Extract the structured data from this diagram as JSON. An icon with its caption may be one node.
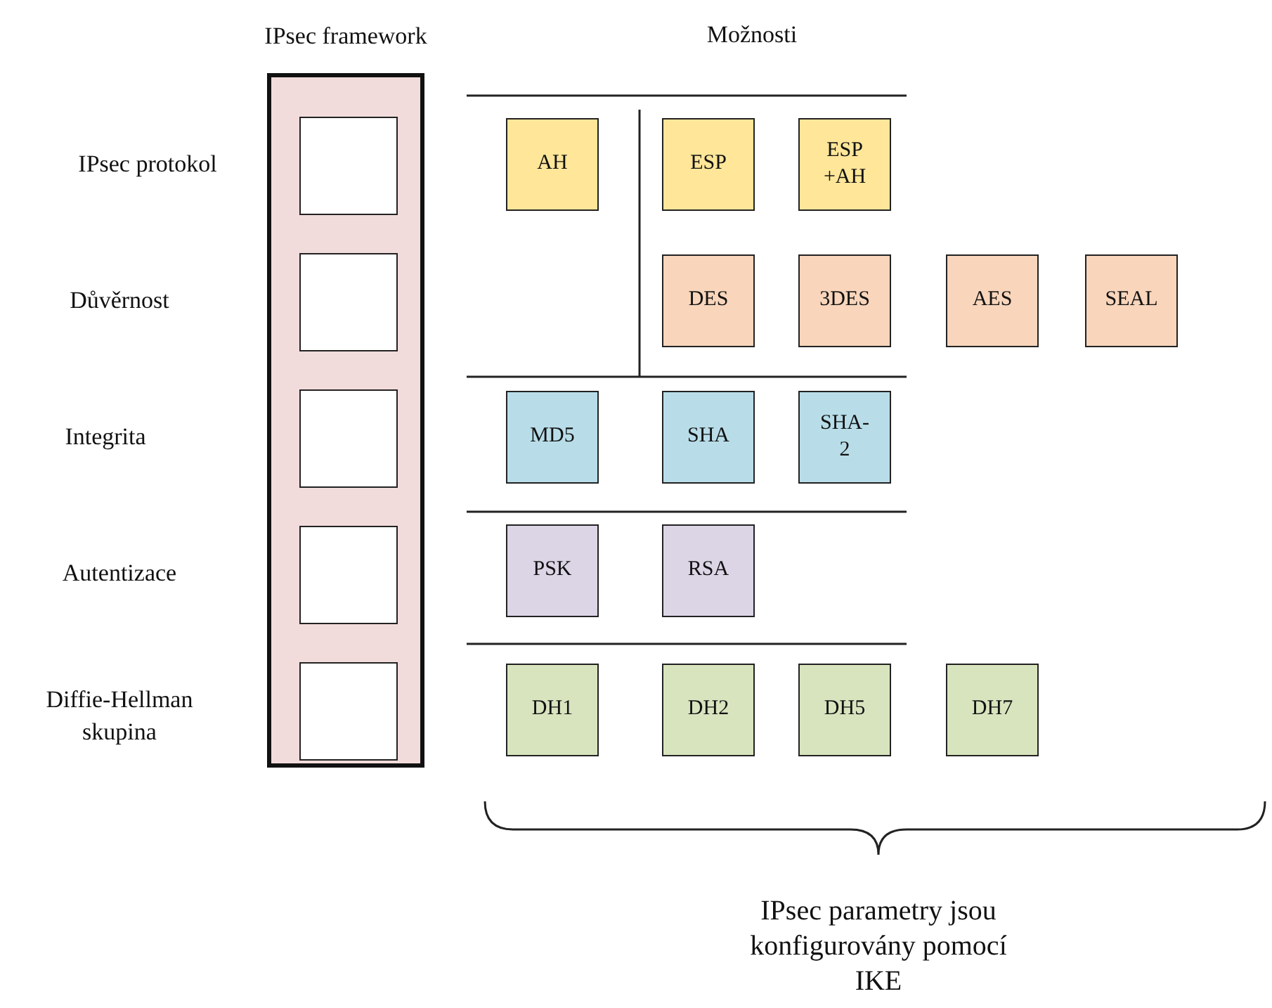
{
  "diagram": {
    "caption": "IPsec parametry jsou konfigurovány pomocí IKE",
    "nodes": [
      {
        "text": [
          "IPsec framework"
        ]
      },
      {
        "text": [],
        "shape": "box",
        "in": 0
      },
      {
        "text": [],
        "shape": "box",
        "in": 0
      },
      {
        "text": [],
        "shape": "box",
        "in": 0
      },
      {
        "text": [],
        "shape": "box",
        "in": 0
      },
      {
        "text": [],
        "shape": "box",
        "in": 0
      },
      {
        "text": [
          "AH"
        ]
      },
      {
        "text": [
          "ESP"
        ]
      },
      {
        "text": [
          "ESP +AH"
        ]
      },
      {
        "text": [
          "DES"
        ]
      },
      {
        "text": [
          "3DES"
        ]
      },
      {
        "text": [
          "AES"
        ]
      },
      {
        "text": [
          "SEAL"
        ]
      },
      {
        "text": [
          "MD5"
        ]
      },
      {
        "text": [
          "SHA"
        ]
      },
      {
        "text": [
          "SHA- 2"
        ]
      },
      {
        "text": [
          "PSK"
        ]
      },
      {
        "text": [
          "RSA"
        ]
      },
      {
        "text": [
          "DH1"
        ]
      },
      {
        "text": [
          "DH2"
        ]
      },
      {
        "text": [
          "DH5"
        ]
      },
      {
        "text": [
          "DH7"
        ]
      }
    ],
    "labels": [
      "Možnosti",
      "IPsec protokol",
      "Důvěrnost",
      "Integrita",
      "Autentizace",
      "Diffie-Hellman skupina"
    ]
  }
}
